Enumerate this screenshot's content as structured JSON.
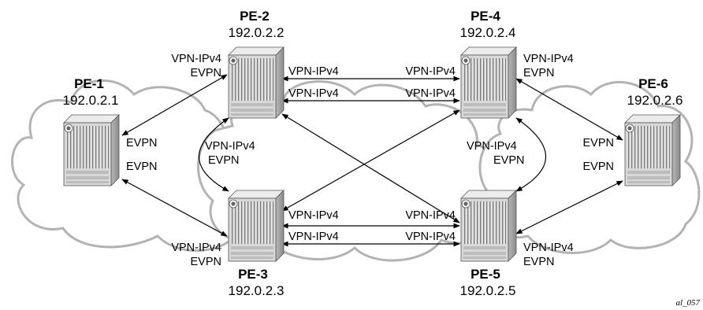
{
  "nodes": {
    "pe1": {
      "name": "PE-1",
      "ip": "192.0.2.1"
    },
    "pe2": {
      "name": "PE-2",
      "ip": "192.0.2.2"
    },
    "pe3": {
      "name": "PE-3",
      "ip": "192.0.2.3"
    },
    "pe4": {
      "name": "PE-4",
      "ip": "192.0.2.4"
    },
    "pe5": {
      "name": "PE-5",
      "ip": "192.0.2.5"
    },
    "pe6": {
      "name": "PE-6",
      "ip": "192.0.2.6"
    }
  },
  "labels": {
    "pe2_vpn": "VPN-IPv4",
    "pe2_evpn": "EVPN",
    "pe3_vpn": "VPN-IPv4",
    "pe3_evpn": "EVPN",
    "pe4_vpn": "VPN-IPv4",
    "pe4_evpn": "EVPN",
    "pe5_vpn": "VPN-IPv4",
    "pe5_evpn": "EVPN",
    "pe1_evpn_a": "EVPN",
    "pe1_evpn_b": "EVPN",
    "pe6_evpn_a": "EVPN",
    "pe6_evpn_b": "EVPN",
    "pe2pe3_vpn": "VPN-IPv4",
    "pe2pe3_evpn": "EVPN",
    "pe4pe5_vpn": "VPN-IPv4",
    "pe4pe5_evpn": "EVPN",
    "top_left_1": "VPN-IPv4",
    "top_right_1": "VPN-IPv4",
    "top_left_2": "VPN-IPv4",
    "top_right_2": "VPN-IPv4",
    "bot_left_1": "VPN-IPv4",
    "bot_right_1": "VPN-IPv4",
    "bot_left_2": "VPN-IPv4",
    "bot_right_2": "VPN-IPv4"
  },
  "figure_id": "al_057",
  "colors": {
    "cloud_stroke": "#b3b3b3",
    "router_face": "#d4d4d4",
    "router_side": "#9a9a9a"
  }
}
